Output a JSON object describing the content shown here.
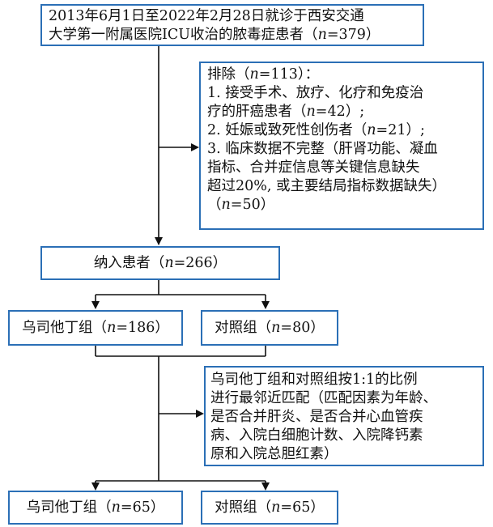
{
  "start": {
    "line1": "2013年6月1日至2022年2月28日就诊于西安交通",
    "line2a": "大学第一附属医院ICU收治的脓毒症患者（",
    "n": "n",
    "line2b": "=379）"
  },
  "exclusion": {
    "title_a": "排除（",
    "title_n": "n",
    "title_b": "=113）：",
    "l1": "1. 接受手术、放疗、化疗和免疫治",
    "l2a": "疗的肝癌患者（",
    "l2n": "n",
    "l2b": "=42）;",
    "l3a": "2. 妊娠或致死性创伤者（",
    "l3n": "n",
    "l3b": "=21）;",
    "l4": "3. 临床数据不完整（肝肾功能、凝血",
    "l5": "指标、合并症信息等关键信息缺失",
    "l6": "超过20%, 或主要结局指标数据缺失）",
    "l7a": "（",
    "l7n": "n",
    "l7b": "=50）"
  },
  "included": {
    "a": "纳入患者（",
    "n": "n",
    "b": "=266）"
  },
  "group1": {
    "a": "乌司他丁组（",
    "n": "n",
    "b": "=186）"
  },
  "control1": {
    "a": "对照组（",
    "n": "n",
    "b": "=80）"
  },
  "matching": {
    "l1": "乌司他丁组和对照组按1:1的比例",
    "l2": "进行最邻近匹配（匹配因素为年龄、",
    "l3": "是否合并肝炎、是否合并心血管疾",
    "l4": "病、入院白细胞计数、入院降钙素",
    "l5": "原和入院总胆红素）"
  },
  "group2": {
    "a": "乌司他丁组（",
    "n": "n",
    "b": "=65）"
  },
  "control2": {
    "a": "对照组（",
    "n": "n",
    "b": "=65）"
  },
  "colors": {
    "border": "#2b6fb6",
    "line": "#111111"
  }
}
